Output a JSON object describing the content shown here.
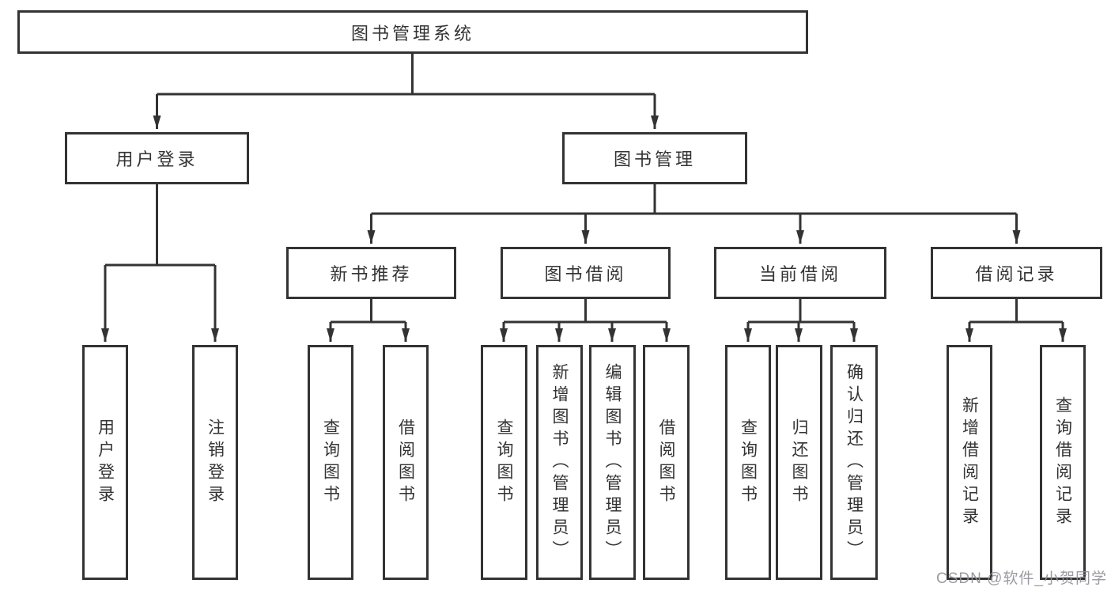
{
  "diagram": {
    "title": "图书管理系统",
    "branches": [
      {
        "label": "用户登录",
        "children": [
          {
            "label": "用户登录"
          },
          {
            "label": "注销登录"
          }
        ]
      },
      {
        "label": "图书管理",
        "children": [
          {
            "label": "新书推荐",
            "children": [
              {
                "label": "查询图书"
              },
              {
                "label": "借阅图书"
              }
            ]
          },
          {
            "label": "图书借阅",
            "children": [
              {
                "label": "查询图书"
              },
              {
                "label": "新增图书（管理员）"
              },
              {
                "label": "编辑图书（管理员）"
              },
              {
                "label": "借阅图书"
              }
            ]
          },
          {
            "label": "当前借阅",
            "children": [
              {
                "label": "查询图书"
              },
              {
                "label": "归还图书"
              },
              {
                "label": "确认归还（管理员）"
              }
            ]
          },
          {
            "label": "借阅记录",
            "children": [
              {
                "label": "新增借阅记录"
              },
              {
                "label": "查询借阅记录"
              }
            ]
          }
        ]
      }
    ]
  },
  "watermark": {
    "text": "CSDN @软件_小贺同学"
  },
  "colors": {
    "line": "#333333",
    "box_border": "#333333",
    "text": "#333333",
    "watermark": "#909299",
    "background": "#ffffff"
  }
}
